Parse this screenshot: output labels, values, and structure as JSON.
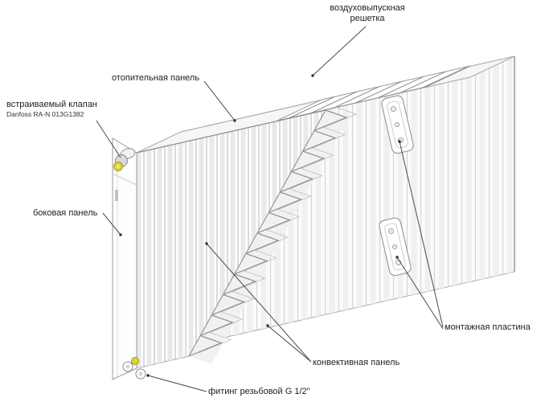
{
  "diagram": {
    "labels": {
      "air_grille": "воздуховыпускная решетка",
      "heating_panel": "отопительная панель",
      "valve": "встраиваемый клапан",
      "valve_model": "Danfoss RA-N 013G1382",
      "side_panel": "боковая панель",
      "mounting_plate": "монтажная пластина",
      "convective_panel": "конвективная панель",
      "fitting": "фитинг резьбовой G 1/2\""
    },
    "colors": {
      "valve_accent": "#ddd23a",
      "leader_line": "#4a4a4a",
      "metal_stroke": "#9a9a9a",
      "panel_fill": "#ffffff"
    }
  }
}
